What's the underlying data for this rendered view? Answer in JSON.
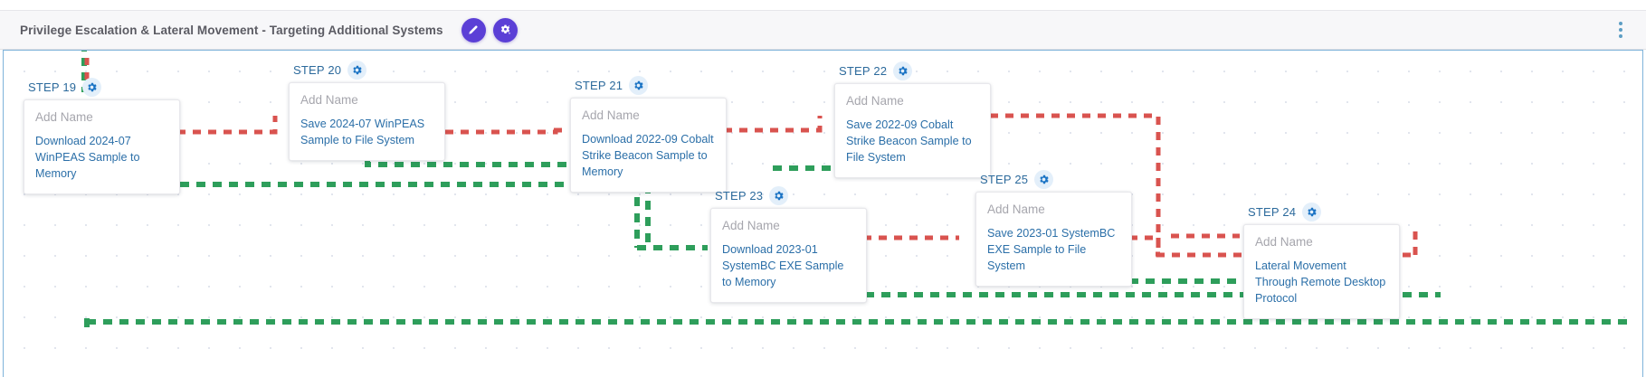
{
  "header": {
    "title": "Privilege Escalation & Lateral Movement - Targeting Additional Systems",
    "edit_button_name": "pencil-icon",
    "ai_settings_button_name": "gear-sparkle-icon",
    "kebab_menu_label": "More options"
  },
  "colors": {
    "accent_purple": "#5b3fd6",
    "node_blue": "#2c6a9c",
    "link_blue": "#2b6fa8",
    "placeholder_gray": "#a6a6ad",
    "edge_red": "#d9534f",
    "edge_green": "#2e9e5b",
    "canvas_border": "#7fb4da",
    "header_bg": "#f7f7f9"
  },
  "canvas": {
    "placeholder": "Add Name",
    "nodes": [
      {
        "id": "step-19",
        "step_label": "STEP 19",
        "name_value": "",
        "action": "Download 2024-07 WinPEAS Sample to Memory"
      },
      {
        "id": "step-20",
        "step_label": "STEP 20",
        "name_value": "",
        "action": "Save 2024-07 WinPEAS Sample to File System"
      },
      {
        "id": "step-21",
        "step_label": "STEP 21",
        "name_value": "",
        "action": "Download 2022-09 Cobalt Strike Beacon Sample to Memory"
      },
      {
        "id": "step-22",
        "step_label": "STEP 22",
        "name_value": "",
        "action": "Save 2022-09 Cobalt Strike Beacon Sample to File System"
      },
      {
        "id": "step-23",
        "step_label": "STEP 23",
        "name_value": "",
        "action": "Download 2023-01 SystemBC EXE Sample to Memory"
      },
      {
        "id": "step-25",
        "step_label": "STEP 25",
        "name_value": "",
        "action": "Save 2023-01 SystemBC EXE Sample to File System"
      },
      {
        "id": "step-24",
        "step_label": "STEP 24",
        "name_value": "",
        "action": "Lateral Movement Through Remote Desktop Protocol"
      }
    ]
  }
}
